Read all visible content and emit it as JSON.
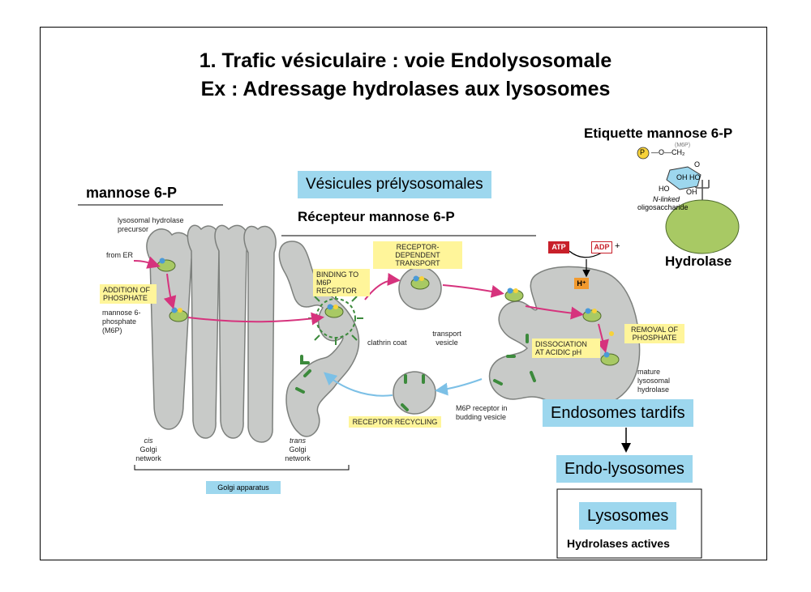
{
  "title": {
    "line1": "1. Trafic vésiculaire : voie Endolysosomale",
    "line2": "Ex :  Adressage hydrolases aux lysosomes"
  },
  "annotations": {
    "mannose_6p": "mannose 6-P",
    "vesicules_prelysosomales": "Vésicules prélysosomales",
    "recepteur": "Récepteur mannose 6-P",
    "etiquette": "Etiquette mannose 6-P",
    "hydrolase": "Hydrolase",
    "endosomes_tardifs": "Endosomes tardifs",
    "endo_lysosomes": "Endo-lysosomes",
    "lysosomes": "Lysosomes",
    "hydrolases_actives": "Hydrolases actives"
  },
  "structure": {
    "P": "P",
    "O_CH2": "—O—CH₂",
    "O": "O",
    "OH_HO": "OH HO",
    "HO": "HO",
    "OH": "OH",
    "n_linked": "N-linked",
    "oligosaccharide": "oligosaccharide",
    "top": "(M6P)"
  },
  "figure": {
    "lysosomal_precursor": "lysosomal hydrolase precursor",
    "from_er": "from ER",
    "addition_of_phosphate": "ADDITION OF PHOSPHATE",
    "m6p": "mannose 6-phosphate (M6P)",
    "binding": "BINDING TO M6P RECEPTOR",
    "clathrin_coat": "clathrin coat",
    "receptor_dependent": "RECEPTOR-DEPENDENT TRANSPORT",
    "transport_vesicle": "transport vesicle",
    "atp": "ATP",
    "adp": "ADP",
    "plus": "+",
    "h_plus": "H⁺",
    "dissociation": "DISSOCIATION AT ACIDIC pH",
    "removal": "REMOVAL OF PHOSPHATE",
    "mature": "mature lysosomal hydrolase",
    "m6p_budding": "M6P receptor in budding vesicle",
    "receptor_recycling": "RECEPTOR RECYCLING",
    "cis_italic": "cis",
    "cis_rest": "Golgi network",
    "trans_italic": "trans",
    "trans_rest": "Golgi network",
    "golgi_apparatus": "Golgi apparatus"
  },
  "colors": {
    "blue_box": "#9dd7ee",
    "yellow_label": "#fff59a",
    "membrane_fill": "#c8cac8",
    "green_protein": "#a8c964",
    "receptor_green": "#3c8a3c",
    "magenta_arrow": "#d6337d",
    "blue_arrow": "#7cc0e6",
    "atp_red": "#c8202a",
    "proton_orange": "#f29a2e"
  }
}
